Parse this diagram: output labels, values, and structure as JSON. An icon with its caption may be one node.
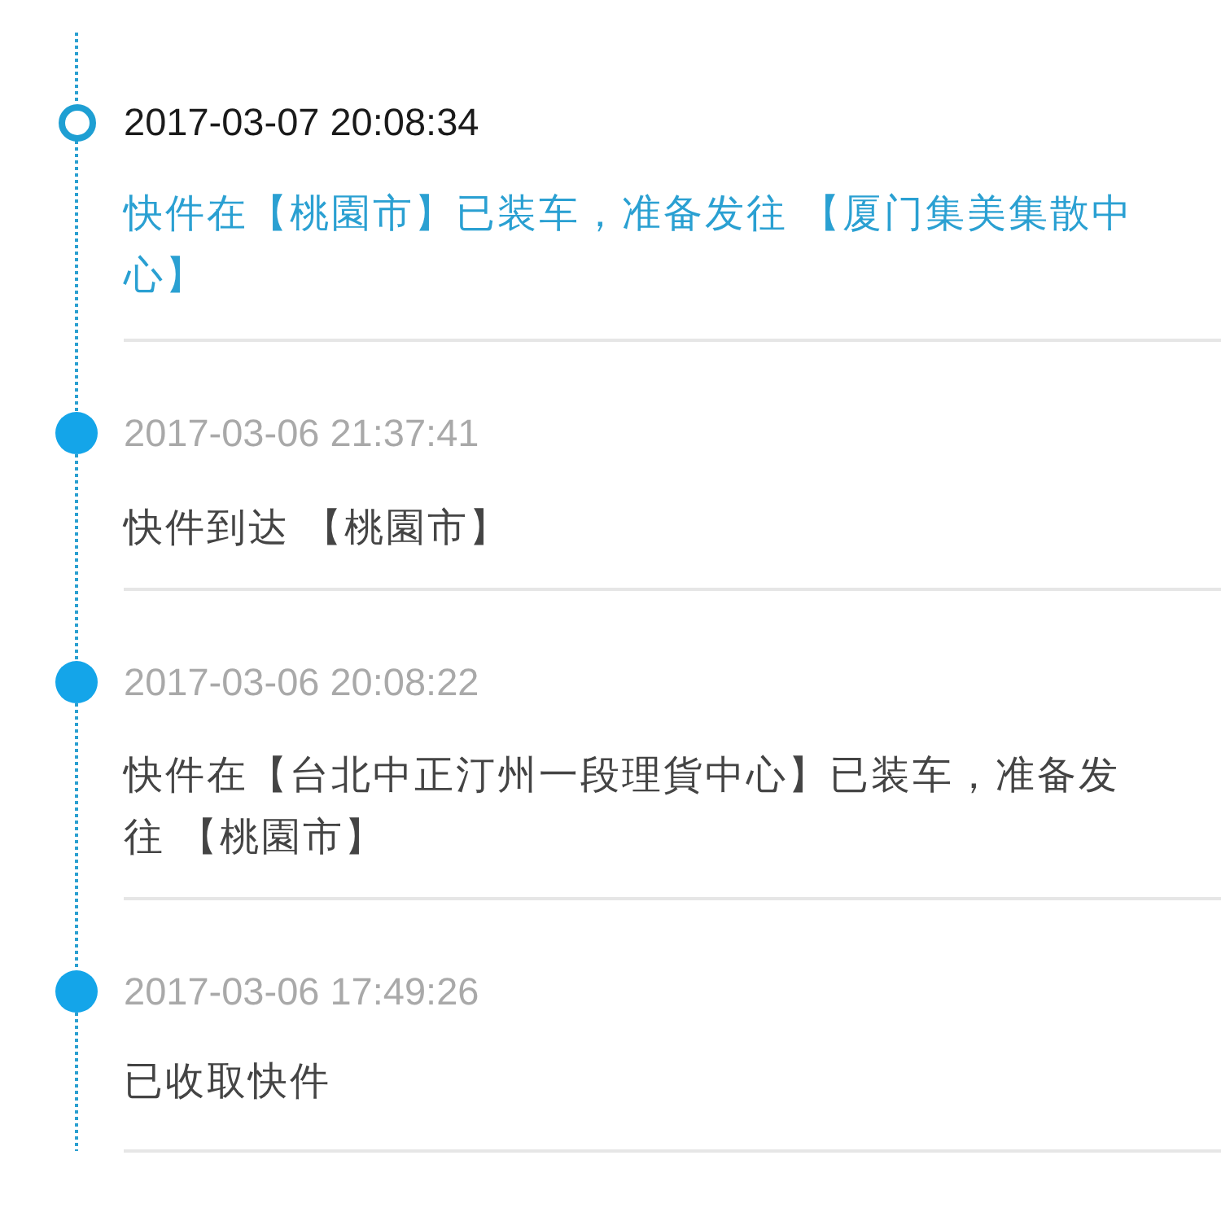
{
  "diagram": {
    "nodes": [
      {
        "text": [],
        "shape": "ring",
        "beside": [
          "2017-03-07 20:08:34",
          "快件在【桃園市】已装车，准备发往 【厦门集美集散中心】"
        ]
      },
      {
        "text": [],
        "shape": "circle",
        "beside": [
          "2017-03-06 21:37:41",
          "快件到达 【桃園市】"
        ]
      },
      {
        "text": [],
        "shape": "circle",
        "beside": [
          "2017-03-06 20:08:22",
          "快件在【台北中正汀州一段理貨中心】已装车，准备发往 【桃園市】"
        ]
      },
      {
        "text": [],
        "shape": "circle",
        "beside": [
          "2017-03-06 17:49:26",
          "已收取快件"
        ]
      }
    ],
    "edges": [
      {
        "from": null,
        "to": 0,
        "arrow": "none",
        "style": "dashed"
      },
      {
        "from": 0,
        "to": 1,
        "arrow": "none",
        "style": "dashed"
      },
      {
        "from": 1,
        "to": 2,
        "arrow": "none",
        "style": "dashed"
      },
      {
        "from": 2,
        "to": 3,
        "arrow": "none",
        "style": "dashed"
      },
      {
        "from": 3,
        "to": null,
        "arrow": "none",
        "style": "dashed"
      }
    ]
  }
}
